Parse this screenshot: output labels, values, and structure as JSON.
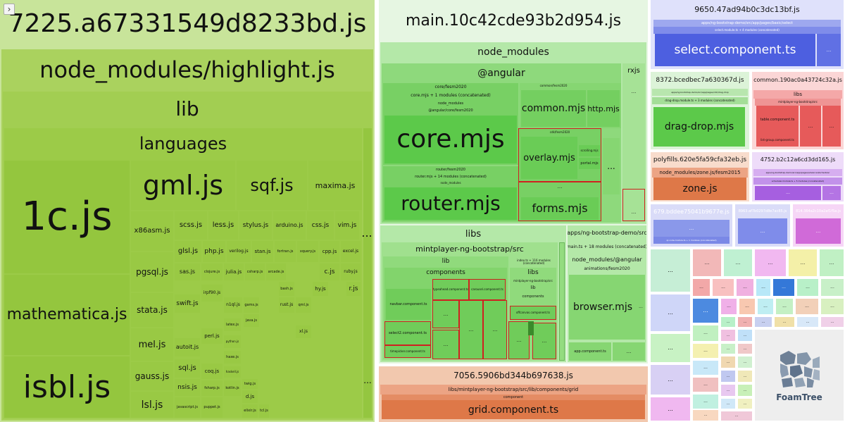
{
  "toggle": {
    "glyph": "›"
  },
  "highlight": {
    "title": "7225.a67331549d8233bd.js",
    "node_modules": "node_modules/highlight.js",
    "lib": "lib",
    "languages": "languages",
    "items": {
      "c1": "1c.js",
      "gml": "gml.js",
      "sqf": "sqf.js",
      "maxima": "maxima.js",
      "x86asm": "x86asm.js",
      "scss": "scss.js",
      "less": "less.js",
      "stylus": "stylus.js",
      "arduino": "arduino.js",
      "css": "css.js",
      "vim": "vim.js",
      "ellipsis": "...",
      "glsl": "glsl.js",
      "php": "php.js",
      "verilog": "verilog.js",
      "stan": "stan.js",
      "fortran": "fortran.js",
      "xquery": "xquery.js",
      "cpp": "cpp.js",
      "excel": "excel.js",
      "pgsql": "pgsql.js",
      "sas": "sas.js",
      "clojure": "clojure.js",
      "julia": "julia.js",
      "csharp": "csharp.js",
      "arcade": "arcade.js",
      "c": "c.js",
      "ruby": "ruby.js",
      "mathematica": "mathematica.js",
      "stata": "stata.js",
      "swift": "swift.js",
      "irpf90": "irpf90.js",
      "n1ql": "n1ql.js",
      "gams": "gams.js",
      "rust": "rust.js",
      "qml": "qml.js",
      "bash": "bash.js",
      "hy": "hy.js",
      "r": "r.js",
      "java": "java.js",
      "mel": "mel.js",
      "perl": "perl.js",
      "latex": "latex.js",
      "autoit": "autoit.js",
      "python": "python.js",
      "xl": "xl.js",
      "haxe": "haxe.js",
      "gauss": "gauss.js",
      "sql": "sql.js",
      "coq": "coq.js",
      "haskell": "haskell.js",
      "nsis": "nsis.js",
      "fsharp": "fsharp.js",
      "kotlin": "kotlin.js",
      "dart": "d.js",
      "twig": "twig.js",
      "lsl": "lsl.js",
      "javascript": "javascript.js",
      "puppet": "puppet.js",
      "elixir": "elixir.js",
      "tcl": "tcl.js",
      "isbl": "isbl.js"
    }
  },
  "main": {
    "title": "main.10c42cde93b2d954.js",
    "node_modules": "node_modules",
    "angular": "@angular",
    "rxjs": "rxjs",
    "core_fesm": "core/fesm2020",
    "core_concat": "core.mjs + 1 modules (concatenated)",
    "core_nm": "node_modules",
    "core_nm2": "@angular/core/fesm2020",
    "core": "core.mjs",
    "common_fesm": "common/fesm2020",
    "common": "common.mjs",
    "http": "http.mjs",
    "cdk_fesm": "cdk/fesm2020",
    "overlay": "overlay.mjs",
    "scrolling": "scrolling.mjs",
    "portal": "portal.mjs",
    "router_fesm": "router/fesm2020",
    "router_concat": "router.mjs + 14 modules (concatenated)",
    "router_nm": "node_modules",
    "router": "router.mjs",
    "forms": "forms.mjs",
    "libs": "libs",
    "mintplayer": "mintplayer-ng-bootstrap/src",
    "lib": "lib",
    "components": "components",
    "navbar": "navbar.component.ts",
    "typeahead": "typeahead.component.ts",
    "carousel": "carousel.component.ts",
    "select2": "select2.component.ts",
    "timepicker": "timepicker.component.ts",
    "index_concat": "index.ts + 116 modules (concatenated)",
    "libs2": "libs",
    "mintplayer2": "mintplayer-ng-bootstrap/src",
    "lib2": "lib",
    "components2": "components",
    "offcanvas": "offcanvas.component.ts",
    "demo": "apps/ng-bootstrap-demo/src",
    "main_concat": "main.ts + 18 modules (concatenated)",
    "nm_angular": "node_modules/@angular",
    "animations": "animations/fesm2020",
    "browser": "browser.mjs",
    "app_component": "app.component.ts",
    "ellipsis": "..."
  },
  "grid": {
    "title": "7056.5906bd344b697638.js",
    "path": "libs/mintplayer-ng-bootstrap/src/lib/components/grid",
    "component": "component",
    "name": "grid.component.ts"
  },
  "select": {
    "title": "9650.47ad94b0c3dc13bf.js",
    "path": "apps/ng-bootstrap-demo/src/app/pages/basic/select",
    "concat": "select.module.ts + 4 modules (concatenated)",
    "name": "select.component.ts"
  },
  "dragdrop": {
    "title": "8372.bcedbec7a630367d.js",
    "path": "apps/ng-bootstrap-demo/src/app/pages/cdk/drag-drop",
    "concat": "drag-drop.module.ts + 3 modules (concatenated)",
    "name": "drag-drop.mjs"
  },
  "common": {
    "title": "common.190ac0a43724c32a.js",
    "libs": "libs",
    "path": "mintplayer-ng-bootstrap/src",
    "table": "table.component.ts",
    "list_group": "list-group.component.ts"
  },
  "polyfills": {
    "title": "polyfills.620e5fa59cfa32eb.js",
    "path": "node_modules/zone.js/fesm2015",
    "name": "zone.js"
  },
  "c4752": {
    "title": "4752.b2c12a6cd3dd165.js",
    "path": "apps/ng-bootstrap-demo/src/app/pages/advanced/scheduler",
    "concat": "scheduler.module.ts + 5 modules (concatenated)"
  },
  "c679": {
    "title": "679.bddee75041b9677e.js",
    "concat": "qr-code.module.ts + 1 modules (concatenated)"
  },
  "c8963": {
    "title": "8963.af7b0297d8e7ac85.js"
  },
  "c814": {
    "title": "814.364a2c10a2af1f5a.js"
  },
  "foamtree": {
    "label": "FoamTree"
  },
  "colors": {
    "green": "#8dc43f",
    "red_border": "#d02020",
    "select": "#4d5fe0",
    "grid": "#e0784c"
  }
}
